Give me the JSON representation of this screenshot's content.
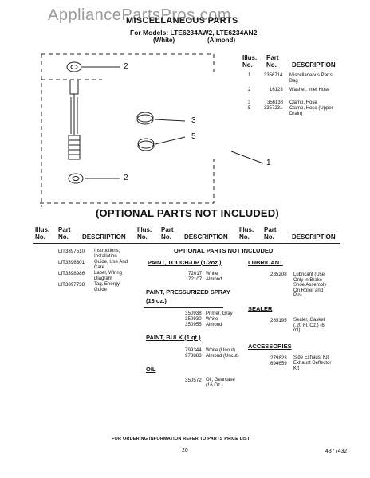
{
  "watermark": "AppliancePartsPros.com",
  "title": "MISCELLANEOUS PARTS",
  "models_line": "For Models: LTE6234AW2, LTE6234AN2",
  "model_white": "(White)",
  "model_almond": "(Almond)",
  "callouts": [
    "2",
    "3",
    "5",
    "1",
    "2"
  ],
  "parts_table": {
    "headers": {
      "illus": "Illus.",
      "no": "No.",
      "part": "Part",
      "part_no": "No.",
      "description": "DESCRIPTION"
    },
    "rows": [
      {
        "illus": "1",
        "part": "3356714",
        "desc": "Miscellaneous Parts Bag"
      },
      {
        "illus": "2",
        "part": "16123",
        "desc": "Washer, Inlet Hose"
      },
      {
        "illus": "3",
        "part": "356138",
        "desc": "Clamp, Hose"
      },
      {
        "illus": "5",
        "part": "3357231",
        "desc": "Clamp, Hose (Upper Drain)"
      }
    ]
  },
  "optional_title": "(OPTIONAL PARTS NOT INCLUDED)",
  "opt_headers": {
    "illus": "Illus.",
    "no": "No.",
    "part": "Part",
    "part_no": "No.",
    "description": "DESCRIPTION"
  },
  "opt_subtitle": "OPTIONAL PARTS NOT INCLUDED",
  "col1": [
    {
      "part": "LIT3397510",
      "desc": "Instructions, Installation"
    },
    {
      "part": "LIT3396301",
      "desc": "Guide, Use And Care"
    },
    {
      "part": "LIT3398986",
      "desc": "Label, Wiring Diagram"
    },
    {
      "part": "LIT3397738",
      "desc": "Tag, Energy Guide"
    }
  ],
  "paint_touchup": {
    "title": "PAINT, TOUCH-UP (1/2oz.)",
    "items": [
      {
        "part": "72017",
        "desc": "White"
      },
      {
        "part": "72107",
        "desc": "Almond"
      }
    ]
  },
  "paint_pressurized": {
    "title": "PAINT, PRESSURIZED SPRAY",
    "subtitle": "(13 oz.)",
    "items": [
      {
        "part": "350938",
        "desc": "Primer, Gray"
      },
      {
        "part": "350930",
        "desc": "White"
      },
      {
        "part": "350955",
        "desc": "Almond"
      }
    ]
  },
  "paint_bulk": {
    "title": "PAINT, BULK (1 qt.)",
    "items": [
      {
        "part": "799344",
        "desc": "White (Unout)"
      },
      {
        "part": "978883",
        "desc": "Almond (Uncut)"
      }
    ]
  },
  "oil": {
    "title": "OIL",
    "items": [
      {
        "part": "350572",
        "desc": "Oil, Gearcase (16 Oz.)"
      }
    ]
  },
  "lubricant": {
    "title": "LUBRICANT",
    "items": [
      {
        "part": "285208",
        "desc": "Lubricant (Use Only in Brake Shoe Assembly On Roller and Pin)"
      }
    ]
  },
  "sealer": {
    "title": "SEALER",
    "items": [
      {
        "part": "285195",
        "desc": "Sealer, Gasket (.20 Fl. Oz.) (6 ml)"
      }
    ]
  },
  "accessories": {
    "title": "ACCESSORIES",
    "items": [
      {
        "part": "279823",
        "desc": "Side Exhaust Kit"
      },
      {
        "part": "694659",
        "desc": "Exhaust Deflector Kit"
      }
    ]
  },
  "footer": "FOR ORDERING INFORMATION REFER TO PARTS PRICE LIST",
  "page_number": "20",
  "doc_number": "4377432"
}
